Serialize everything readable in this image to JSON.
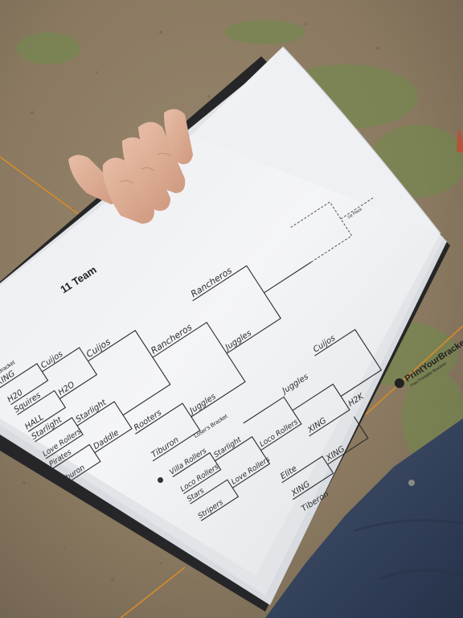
{
  "colors": {
    "ground": "#8c7b62",
    "grass": "#6f8a4a",
    "paper": "#f2f3f5",
    "clipboard": "#2a2a2c",
    "skin": "#e3b49c",
    "denim": "#3d4c66",
    "string": "#d88a2a",
    "ink": "#2b2b2b"
  },
  "sheet": {
    "title": "11 Team",
    "winners_bracket_label": "Winner's Bracket",
    "losers_bracket_label": "Loser's Bracket",
    "brand": "PrintYourBrackets",
    "brand_tagline": "Free Printable Brackets",
    "corner_note": "1st Place"
  },
  "handwriting": {
    "round1": [
      "XING",
      "H20",
      "Squires",
      "HALL",
      "Starlight",
      "Love Rollers",
      "Pirates",
      "Tiburon"
    ],
    "round2": [
      "Cuijos",
      "H2O",
      "Starlight",
      "Daddle",
      "Rooters",
      "Tiburon",
      "Juggles"
    ],
    "round3": [
      "Cuijos",
      "Rancheros",
      "Juggles"
    ],
    "final": [
      "Rancheros"
    ],
    "losers": [
      "Villa Rollers",
      "Loco Rollers",
      "Stars",
      "Stripers",
      "Elite",
      "Starlight",
      "Love Rollers",
      "XING",
      "Tiberon",
      "XING",
      "XING",
      "H2K",
      "Loco Rollers",
      "Juggles",
      "Cuijos"
    ]
  }
}
